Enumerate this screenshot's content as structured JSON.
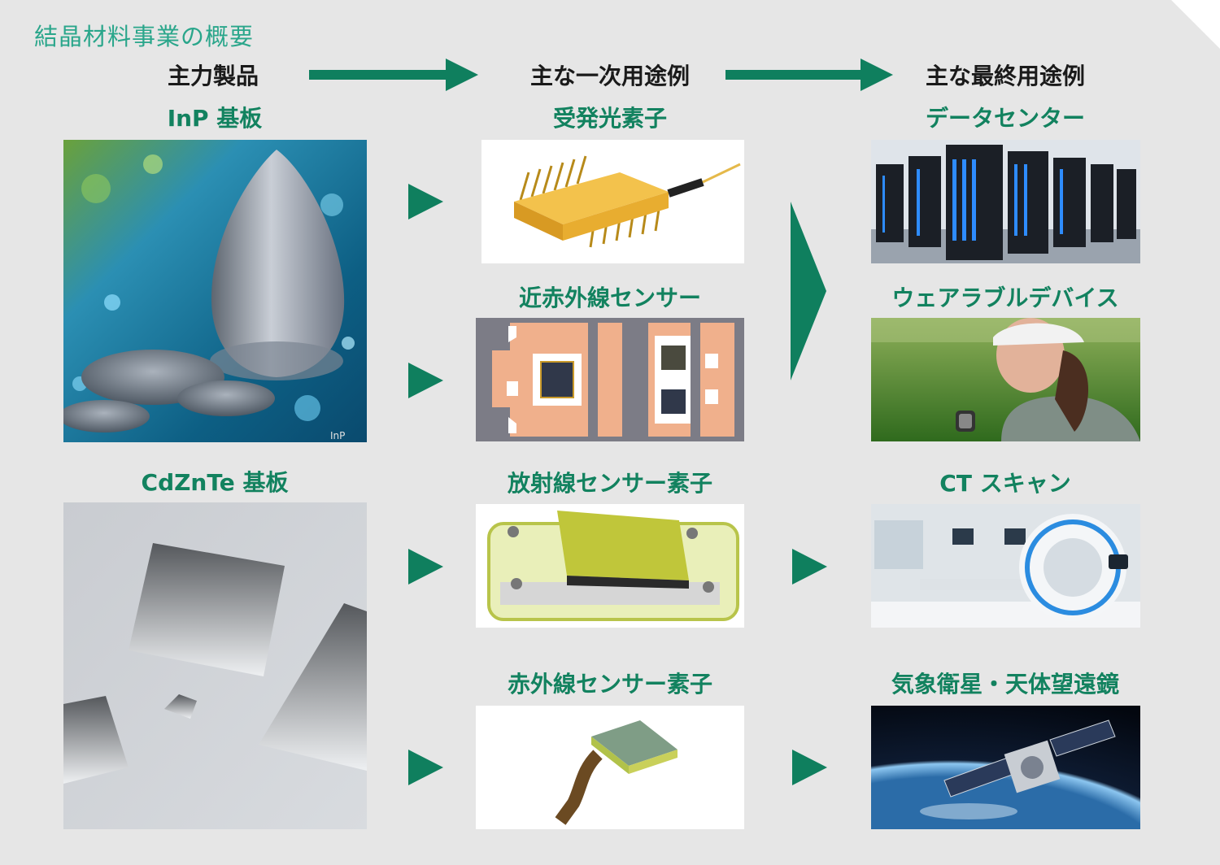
{
  "title": "結晶材料事業の概要",
  "headers": {
    "products": "主力製品",
    "primary": "主な一次用途例",
    "final": "主な最終用途例"
  },
  "products": [
    {
      "label": "InP 基板",
      "watermark": "InP"
    },
    {
      "label": "CdZnTe 基板"
    }
  ],
  "primary_uses": [
    {
      "label": "受発光素子"
    },
    {
      "label": "近赤外線センサー"
    },
    {
      "label": "放射線センサー素子"
    },
    {
      "label": "赤外線センサー素子"
    }
  ],
  "final_uses": [
    {
      "label": "データセンター"
    },
    {
      "label": "ウェアラブルデバイス"
    },
    {
      "label": "CT スキャン"
    },
    {
      "label": "気象衛星・天体望遠鏡"
    }
  ],
  "colors": {
    "accent": "#0f7f5e",
    "title": "#2aa68b",
    "panel": "#e6e6e6"
  }
}
